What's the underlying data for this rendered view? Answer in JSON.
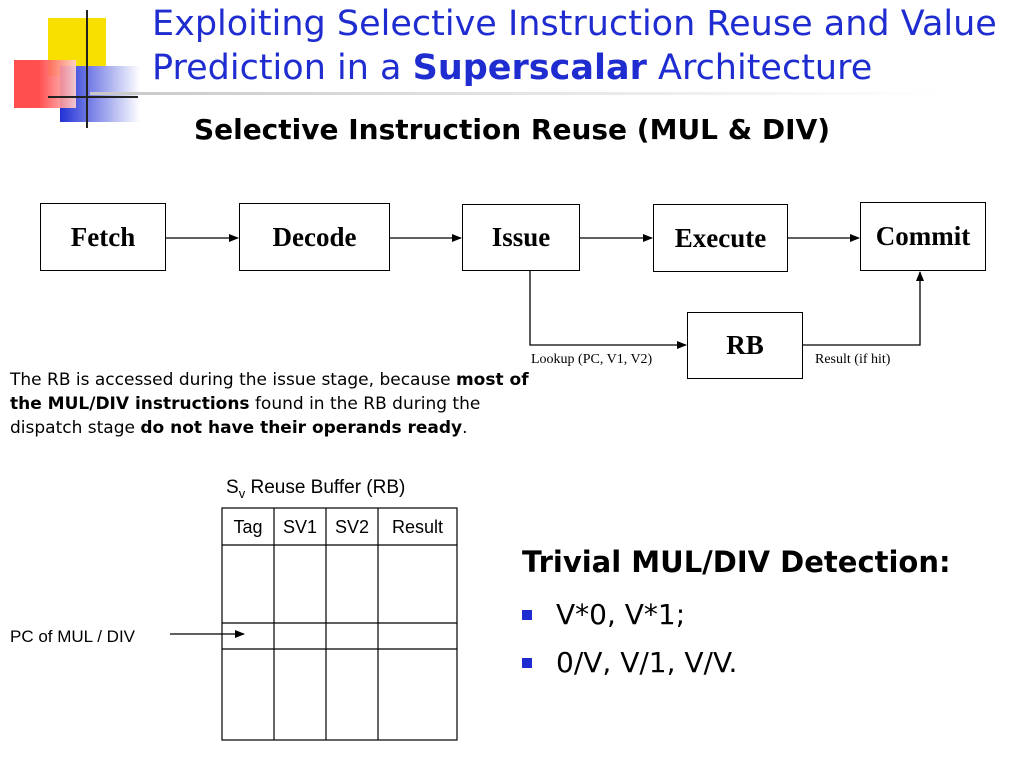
{
  "title": {
    "line1": "Exploiting Selective Instruction Reuse and Value",
    "line2_pre": "Prediction in a ",
    "line2_bold": "Superscalar",
    "line2_post": " Architecture"
  },
  "subtitle": "Selective Instruction Reuse (MUL & DIV)",
  "pipeline": {
    "stages": [
      "Fetch",
      "Decode",
      "Issue",
      "Execute",
      "Commit"
    ],
    "rb": "RB",
    "lookup_label": "Lookup (PC, V1, V2)",
    "result_label": "Result (if hit)"
  },
  "note": {
    "part1": "The RB is accessed during the issue stage, because ",
    "part2_bold": "most of the MUL/DIV instructions",
    "part3": " found in the RB during the dispatch stage ",
    "part4_bold": "do not have their operands ready",
    "part5": "."
  },
  "reuse_buffer": {
    "caption_s": "S",
    "caption_sub": "v",
    "caption_rest": " Reuse Buffer (RB)",
    "columns": [
      "Tag",
      "SV1",
      "SV2",
      "Result"
    ],
    "pointer_label": "PC of MUL / DIV"
  },
  "detection": {
    "title": "Trivial MUL/DIV Detection:",
    "bullets": [
      "V*0, V*1;",
      "0/V, V/1, V/V."
    ]
  },
  "colors": {
    "title": "#1f2dd0",
    "bullet": "#1f2dd0"
  }
}
